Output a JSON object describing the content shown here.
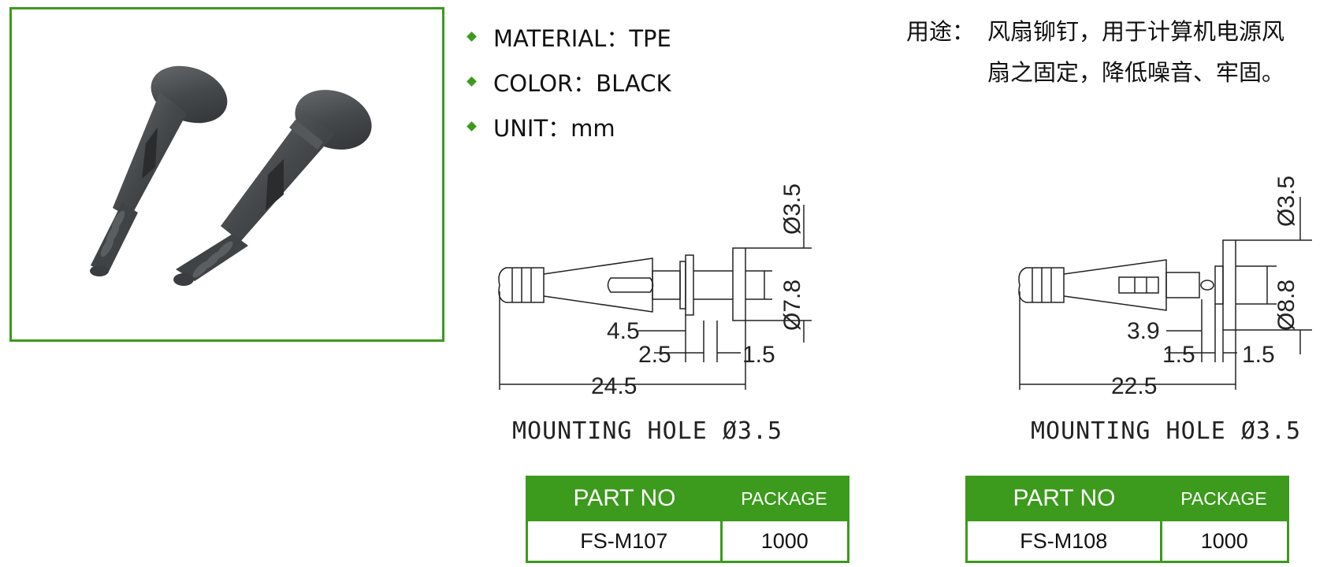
{
  "specs": [
    {
      "text": "MATERIAL：TPE"
    },
    {
      "text": "COLOR：BLACK"
    },
    {
      "text": "UNIT：mm"
    }
  ],
  "usage": {
    "label": "用途：",
    "line1": "风扇铆钉，用于计算机电源风",
    "line2": "扇之固定，降低噪音、牢固。"
  },
  "drawings": [
    {
      "dims": {
        "dia_small": "Ø3.5",
        "dia_large": "Ø7.8",
        "d1": "4.5",
        "d2": "2.5",
        "d3": "1.5",
        "total": "24.5"
      },
      "mounting_hole": "MOUNTING HOLE Ø3.5"
    },
    {
      "dims": {
        "dia_small": "Ø3.5",
        "dia_large": "Ø8.8",
        "d1": "3.9",
        "d2": "1.5",
        "d3": "1.5",
        "total": "22.5"
      },
      "mounting_hole": "MOUNTING HOLE Ø3.5"
    }
  ],
  "tables": [
    {
      "header_part": "PART NO",
      "header_package": "PACKAGE",
      "part_no": "FS-M107",
      "package": "1000"
    },
    {
      "header_part": "PART NO",
      "header_package": "PACKAGE",
      "part_no": "FS-M108",
      "package": "1000"
    }
  ],
  "colors": {
    "accent": "#3c9a1c",
    "rivet": "#4a4d50"
  }
}
